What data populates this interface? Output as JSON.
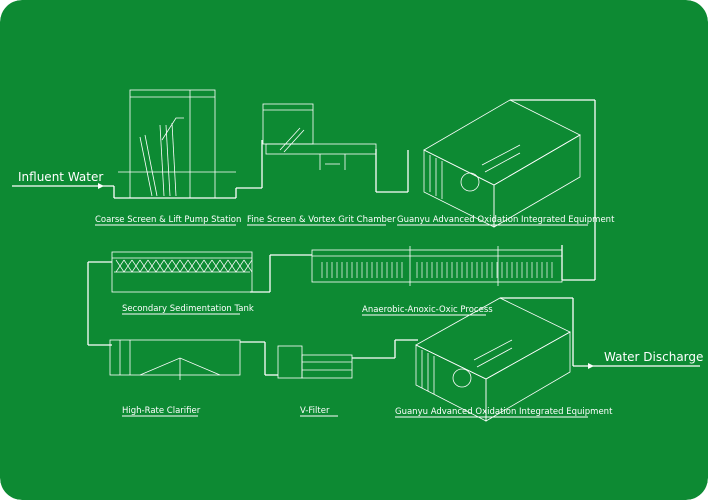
{
  "colors": {
    "background": "#0d8a33",
    "line": "#ffffff"
  },
  "labels": {
    "influent": "Influent Water",
    "coarse_screen": "Coarse Screen & Lift Pump Station",
    "fine_screen": "Fine Screen & Vortex Grit Chamber",
    "guanyu_top": "Guanyu Advanced Oxidation Integrated Equipment",
    "secondary": "Secondary Sedimentation Tank",
    "aao": "Anaerobic-Anoxic-Oxic Process",
    "clarifier": "High-Rate Clarifier",
    "vfilter": "V-Filter",
    "guanyu_bottom": "Guanyu Advanced Oxidation Integrated Equipment",
    "discharge": "Water Discharge"
  }
}
